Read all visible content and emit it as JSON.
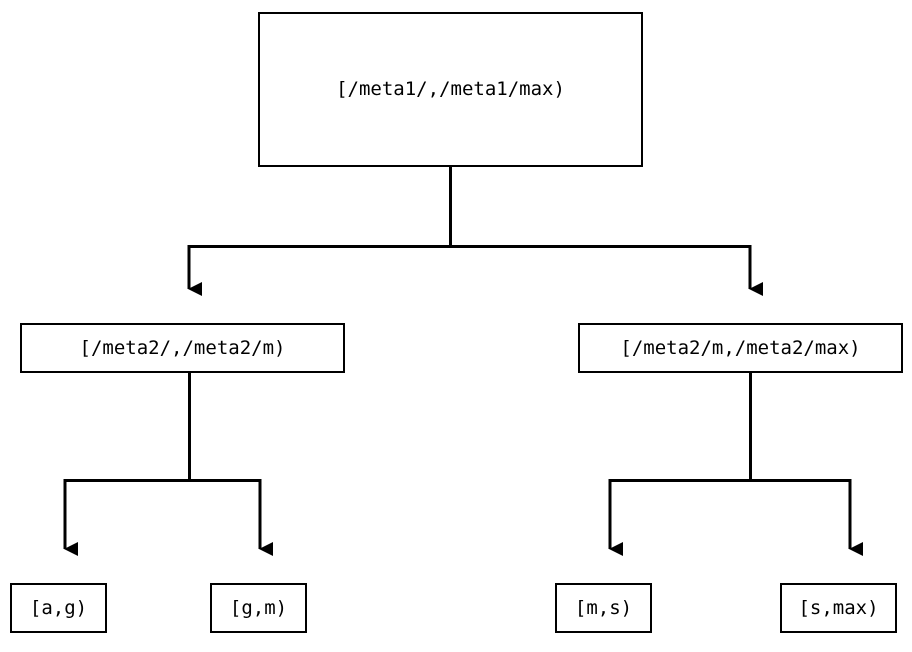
{
  "diagram": {
    "type": "tree",
    "title": "",
    "background_color": "#ffffff",
    "line_color": "#000000",
    "text_color": "#000000",
    "nodes": {
      "root": {
        "label": "[/meta1/,/meta1/max)"
      },
      "meta2_low": {
        "label": "[/meta2/,/meta2/m)"
      },
      "meta2_high": {
        "label": "[/meta2/m,/meta2/max)"
      },
      "leaf_a_g": {
        "label": "[a,g)"
      },
      "leaf_g_m": {
        "label": "[g,m)"
      },
      "leaf_m_s": {
        "label": "[m,s)"
      },
      "leaf_s_max": {
        "label": "[s,max)"
      }
    },
    "edges": [
      {
        "from": "root",
        "to": "meta2_low",
        "arrow": "down-triangle"
      },
      {
        "from": "root",
        "to": "meta2_high",
        "arrow": "down-triangle"
      },
      {
        "from": "meta2_low",
        "to": "leaf_a_g",
        "arrow": "down-triangle"
      },
      {
        "from": "meta2_low",
        "to": "leaf_g_m",
        "arrow": "down-triangle"
      },
      {
        "from": "meta2_high",
        "to": "leaf_m_s",
        "arrow": "down-triangle"
      },
      {
        "from": "meta2_high",
        "to": "leaf_s_max",
        "arrow": "down-triangle"
      }
    ]
  }
}
